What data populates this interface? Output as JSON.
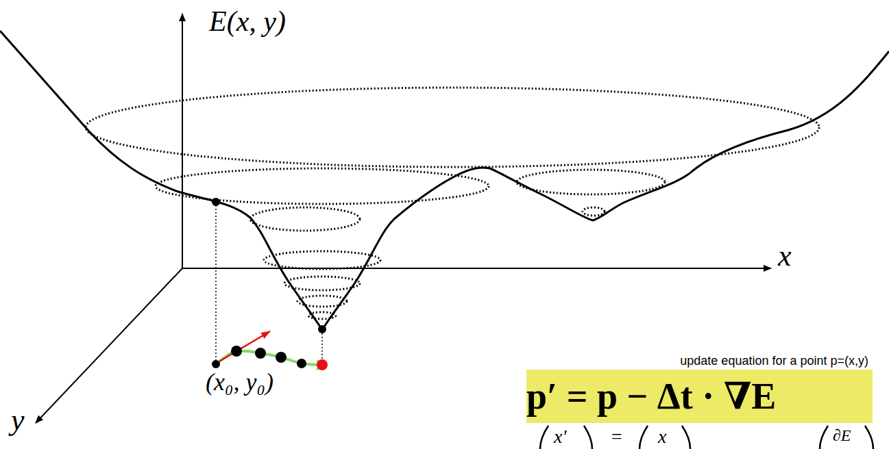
{
  "diagram": {
    "nodes": [
      {
        "text": [
          "update equation for a point p=(x,y)",
          "p′ = p − Δt · ∇E"
        ]
      }
    ],
    "labels": [
      "E(x, y)",
      "x",
      "y",
      "(x₀, y₀)",
      "x′",
      "=",
      "x",
      "∂E"
    ]
  }
}
